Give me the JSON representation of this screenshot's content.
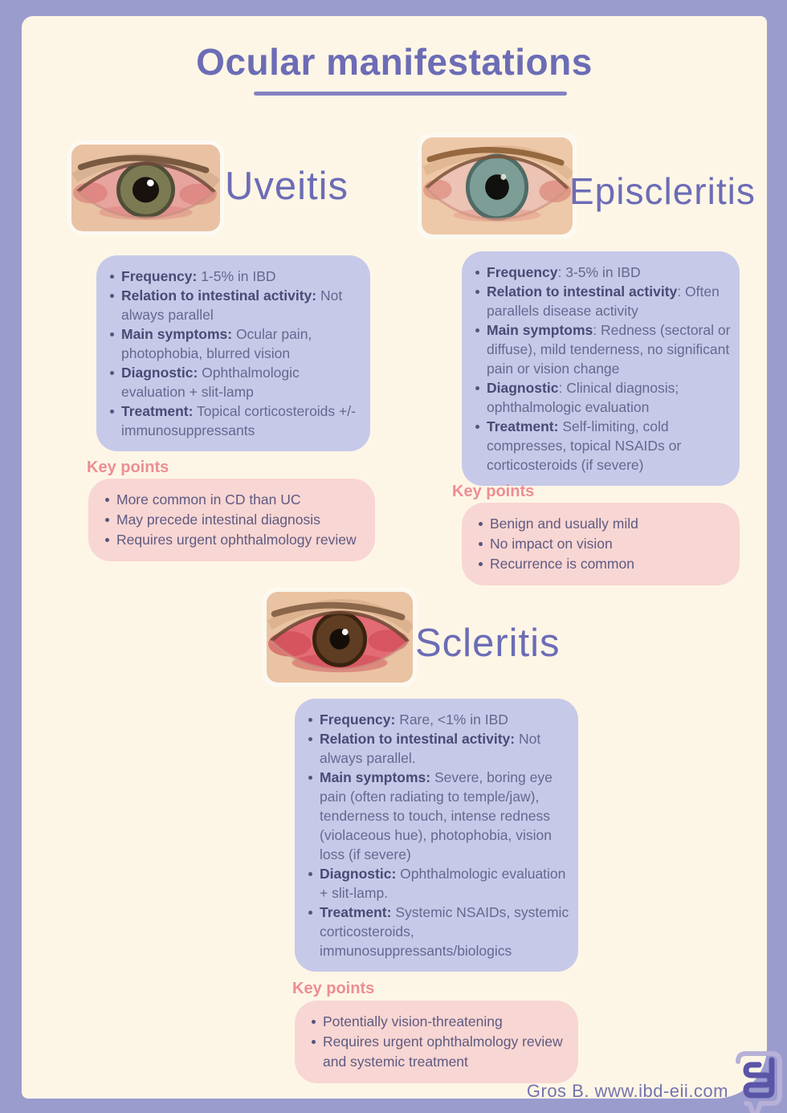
{
  "page_title": "Ocular manifestations",
  "sections": [
    {
      "name": "Uveitis",
      "photo_alt": "photo of a red irritated eye with hazel-green iris (uveitis)",
      "details": [
        {
          "label": "Frequency:",
          "text": " 1-5% in IBD"
        },
        {
          "label": "Relation to intestinal activity:",
          "text": " Not always parallel"
        },
        {
          "label": "Main symptoms:",
          "text": " Ocular pain, photophobia, blurred vision"
        },
        {
          "label": "Diagnostic:",
          "text": " Ophthalmologic evaluation + slit-lamp"
        },
        {
          "label": "Treatment:",
          "text": " Topical corticosteroids +/- immunosuppressants"
        }
      ],
      "key_points_label": "Key points",
      "key_points": [
        "More common in CD than UC",
        "May precede intestinal diagnosis",
        "Requires urgent ophthalmology review"
      ]
    },
    {
      "name": "Episcleritis",
      "photo_alt": "photo of a mildly red eye with blue-green iris (episcleritis)",
      "details": [
        {
          "label": "Frequency",
          "text": ": 3-5% in IBD"
        },
        {
          "label": "Relation to intestinal activity",
          "text": ": Often parallels disease activity"
        },
        {
          "label": "Main symptoms",
          "text": ": Redness (sectoral or diffuse), mild tenderness, no significant pain or vision change"
        },
        {
          "label": "Diagnostic",
          "text": ": Clinical diagnosis; ophthalmologic evaluation"
        },
        {
          "label": "Treatment:",
          "text": " Self-limiting, cold compresses, topical NSAIDs or corticosteroids (if severe)"
        }
      ],
      "key_points_label": "Key points",
      "key_points": [
        "Benign and usually mild",
        "No impact on vision",
        "Recurrence is common"
      ]
    },
    {
      "name": "Scleritis",
      "photo_alt": "photo of an intensely red eye with brown iris (scleritis)",
      "details": [
        {
          "label": "Frequency:",
          "text": " Rare, <1% in IBD"
        },
        {
          "label": "Relation to intestinal activity:",
          "text": " Not always parallel."
        },
        {
          "label": "Main symptoms:",
          "text": " Severe, boring eye pain (often radiating to temple/jaw), tenderness to touch, intense redness (violaceous hue), photophobia, vision loss (if severe)"
        },
        {
          "label": "Diagnostic:",
          "text": " Ophthalmologic evaluation + slit-lamp."
        },
        {
          "label": "Treatment:",
          "text": " Systemic NSAIDs, systemic corticosteroids, immunosuppressants/biologics"
        }
      ],
      "key_points_label": "Key points",
      "key_points": [
        "Potentially vision-threatening",
        "Requires urgent ophthalmology review and systemic treatment"
      ]
    }
  ],
  "footer": {
    "credit": "Gros B. www.ibd-eii.com"
  },
  "logo_name": "ibd-eii-intestine-logo",
  "colors": {
    "frame_border": "#9b9cce",
    "page_background": "#fdf6e6",
    "info_box_background": "#c7c9e9",
    "key_points_box_background": "#f8d6d3",
    "heading_purple": "#6c6cb6",
    "key_points_label_pink": "#ee8d92",
    "bold_text": "#4a4a74",
    "body_text": "#67678f",
    "footer_text": "#7473ae"
  }
}
